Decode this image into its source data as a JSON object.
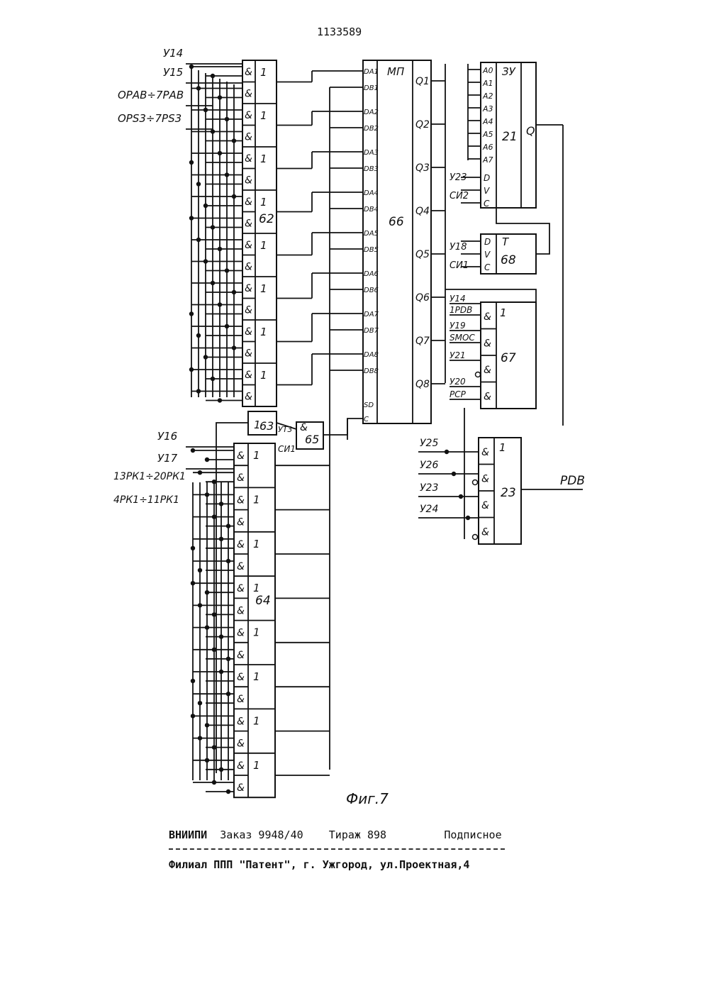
{
  "patent_number": "1133589",
  "figure_caption": "Фиг.7",
  "inputs_top": {
    "y14": "У14",
    "y15": "У15",
    "opab": "ОРАВ÷7РАВ",
    "ops3": "ОРS3÷7РS3"
  },
  "inputs_bottom": {
    "y16": "У16",
    "y17": "У17",
    "rk13": "13РК1÷20РК1",
    "rk4": "4РК1÷11РК1"
  },
  "block_62": {
    "number": "62",
    "and_symbol": "&",
    "or_symbol": "1"
  },
  "block_64": {
    "number": "64",
    "and_symbol": "&",
    "or_symbol": "1"
  },
  "block_63": {
    "number": "63",
    "symbol": "1"
  },
  "block_65": {
    "number": "65",
    "symbol": "&",
    "in1": "УТ3",
    "in2": "СИ1"
  },
  "block_66": {
    "title": "МП",
    "number": "66",
    "left_pins": [
      "DA1",
      "DB1",
      "DA2",
      "DB2",
      "DA3",
      "DB3",
      "DA4",
      "DB4",
      "DA5",
      "DB5",
      "DA6",
      "DB6",
      "DA7",
      "DB7",
      "DA8",
      "DB8",
      "SD",
      "C"
    ],
    "right_pins": [
      "Q1",
      "Q2",
      "Q3",
      "Q4",
      "Q5",
      "Q6",
      "Q7",
      "Q8"
    ]
  },
  "block_21": {
    "title": "ЗУ",
    "number": "21",
    "addr_pins": [
      "A0",
      "A1",
      "A2",
      "A3",
      "A4",
      "A5",
      "A6",
      "A7"
    ],
    "ctrl_pins": [
      "D",
      "V",
      "C"
    ],
    "output": "Q",
    "in_y23": "У23",
    "in_si2": "СИ2"
  },
  "block_68": {
    "title": "Т",
    "number": "68",
    "pins": [
      "D",
      "V",
      "C"
    ],
    "in_y18": "У18",
    "in_si1": "СИ1"
  },
  "block_67": {
    "number": "67",
    "or_symbol": "1",
    "and_symbol": "&",
    "inputs": [
      "У14",
      "1РDВ",
      "У19",
      "SМОС",
      "У21",
      "У20",
      "РСР"
    ]
  },
  "block_23": {
    "number": "23",
    "or_symbol": "1",
    "and_symbol": "&",
    "inputs": [
      "У25",
      "У26",
      "У23",
      "У24"
    ],
    "output": "РDВ"
  },
  "footer": {
    "org": "ВНИИПИ",
    "order": "Заказ 9948/40",
    "print_run": "Тираж 898",
    "subscription": "Подписное",
    "branch": "Филиал ППП \"Патент\", г. Ужгород, ул.Проектная,4"
  }
}
